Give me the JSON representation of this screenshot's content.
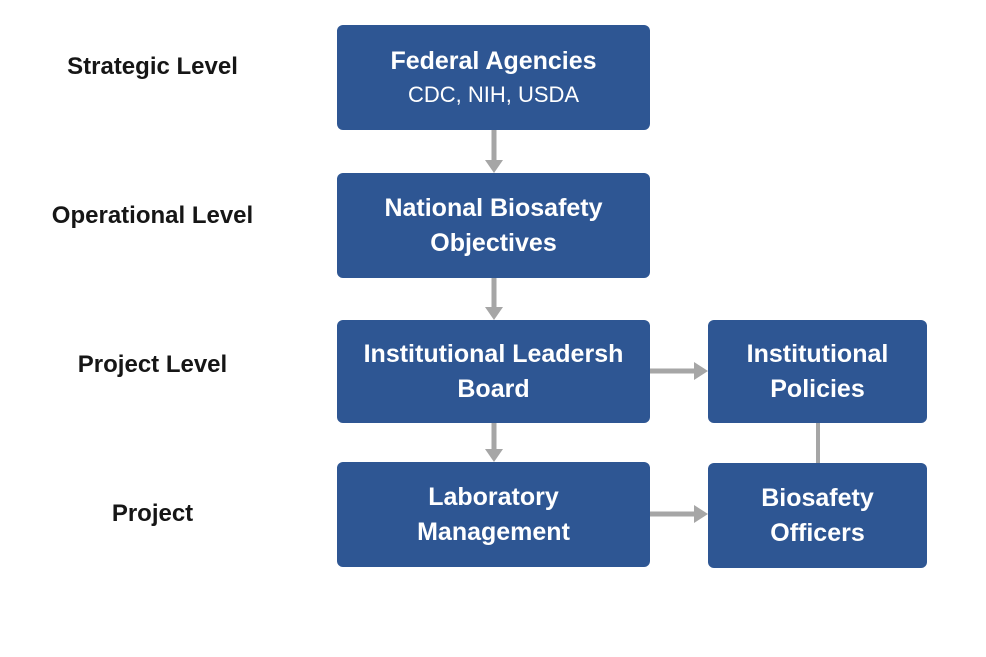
{
  "colors": {
    "box_fill": "#2E5693",
    "box_text": "#FFFFFF",
    "arrow": "#A6A6A6",
    "label_text": "#161616",
    "background": "#FFFFFF"
  },
  "row_labels": [
    "Strategic Level",
    "Operational Level",
    "Project Level",
    "Project"
  ],
  "main_column": [
    {
      "lines": [
        "Federal Agencies"
      ],
      "subtitle": "CDC, NIH, USDA"
    },
    {
      "lines": [
        "National Biosafety",
        "Objectives"
      ]
    },
    {
      "lines": [
        "Institutional Leadersh",
        "Board"
      ]
    },
    {
      "lines": [
        "Laboratory",
        "Management"
      ]
    }
  ],
  "side_column": [
    {
      "lines": [
        "Institutional",
        "Policies"
      ]
    },
    {
      "lines": [
        "Biosafety",
        "Officers"
      ]
    }
  ]
}
